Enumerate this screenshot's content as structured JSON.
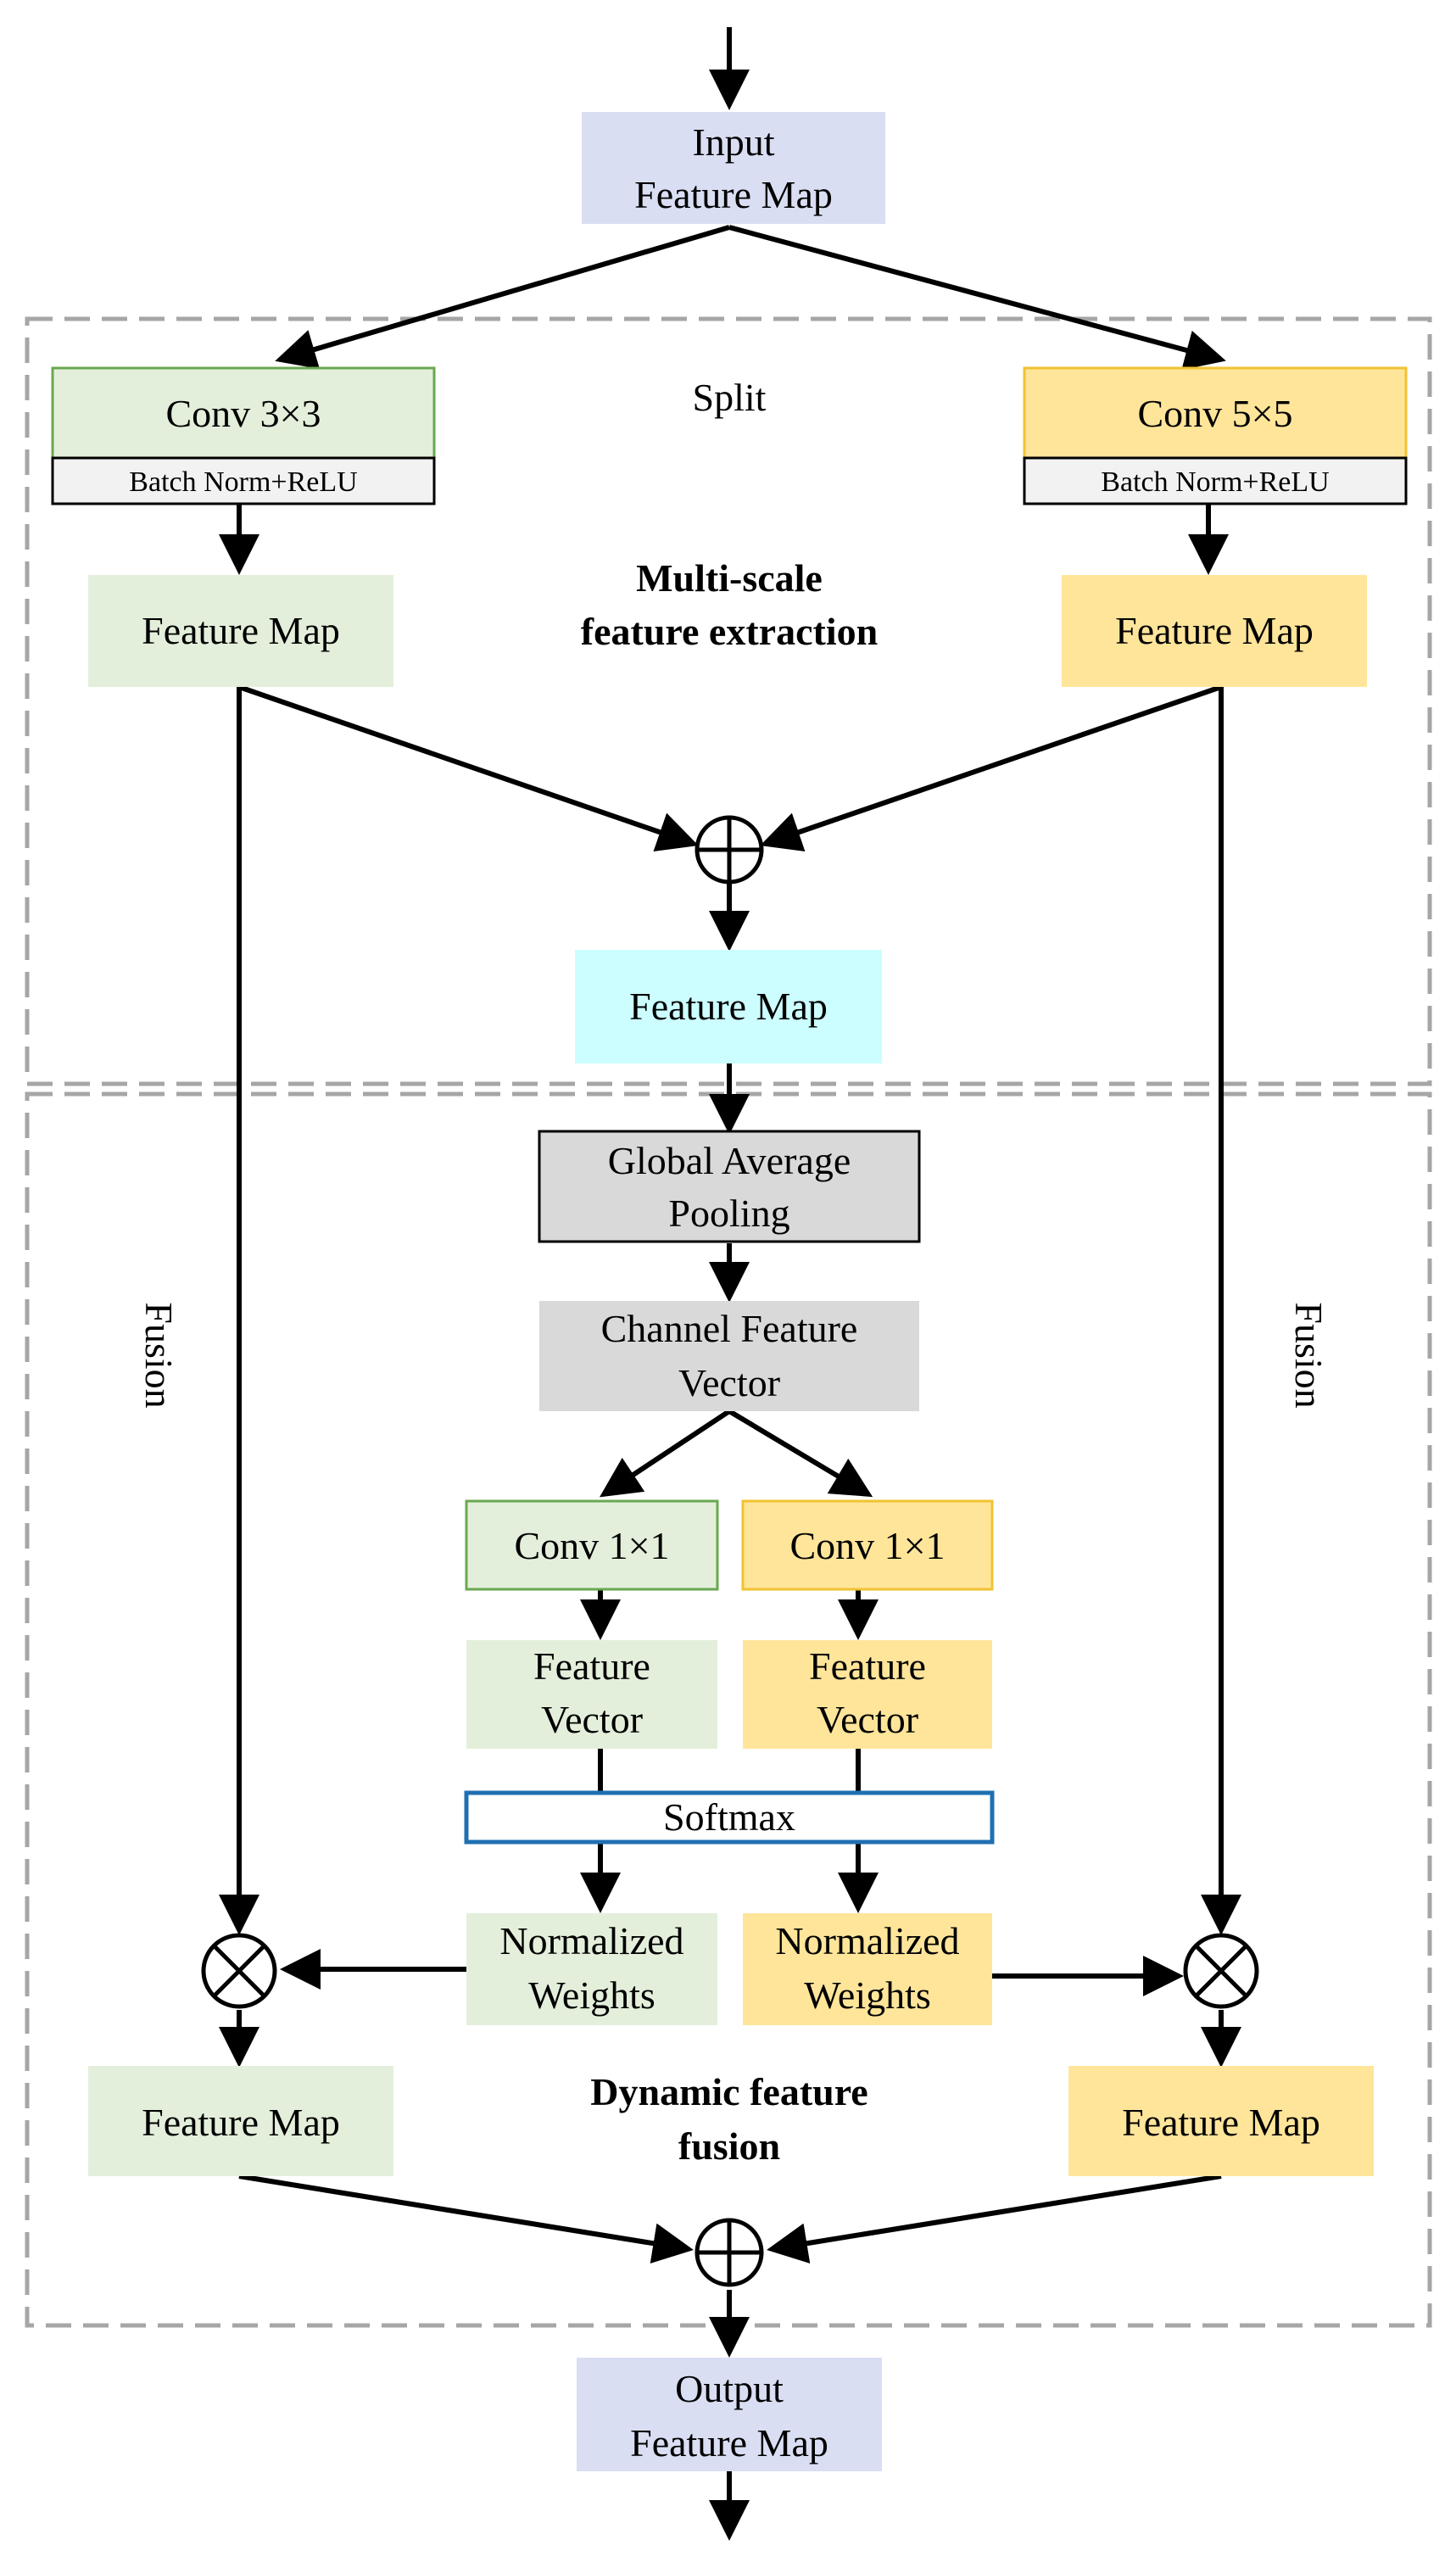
{
  "colors": {
    "input_output": "#d9def3",
    "green": "#e3efdb",
    "green_border": "#6aa84f",
    "yellow": "#ffe59a",
    "yellow_border": "#f1c232",
    "cyan": "#ccfdff",
    "gray": "#d9d9d9",
    "softmax_border": "#1f6fb2",
    "dashed_border": "#a6a6a6",
    "arrow": "#000000"
  },
  "nodes": {
    "input": {
      "lines": [
        "Input",
        "Feature Map"
      ]
    },
    "conv3": {
      "label": "Conv 3×3",
      "sub": "Batch Norm+ReLU"
    },
    "conv5": {
      "label": "Conv 5×5",
      "sub": "Batch Norm+ReLU"
    },
    "split_label": "Split",
    "multi_scale_label": [
      "Multi-scale",
      "feature extraction"
    ],
    "fm_green_top": "Feature Map",
    "fm_yellow_top": "Feature Map",
    "fm_cyan": "Feature Map",
    "gap": {
      "lines": [
        "Global Average",
        "Pooling"
      ]
    },
    "cfv": {
      "lines": [
        "Channel Feature",
        "Vector"
      ]
    },
    "conv1_green": "Conv 1×1",
    "conv1_yellow": "Conv 1×1",
    "fv_green": {
      "lines": [
        "Feature",
        "Vector"
      ]
    },
    "fv_yellow": {
      "lines": [
        "Feature",
        "Vector"
      ]
    },
    "softmax": "Softmax",
    "nw_green": {
      "lines": [
        "Normalized",
        "Weights"
      ]
    },
    "nw_yellow": {
      "lines": [
        "Normalized",
        "Weights"
      ]
    },
    "fusion_left": "Fusion",
    "fusion_right": "Fusion",
    "fm_green_bottom": "Feature Map",
    "fm_yellow_bottom": "Feature Map",
    "dynamic_label": [
      "Dynamic feature",
      "fusion"
    ],
    "output": {
      "lines": [
        "Output",
        "Feature Map"
      ]
    }
  }
}
